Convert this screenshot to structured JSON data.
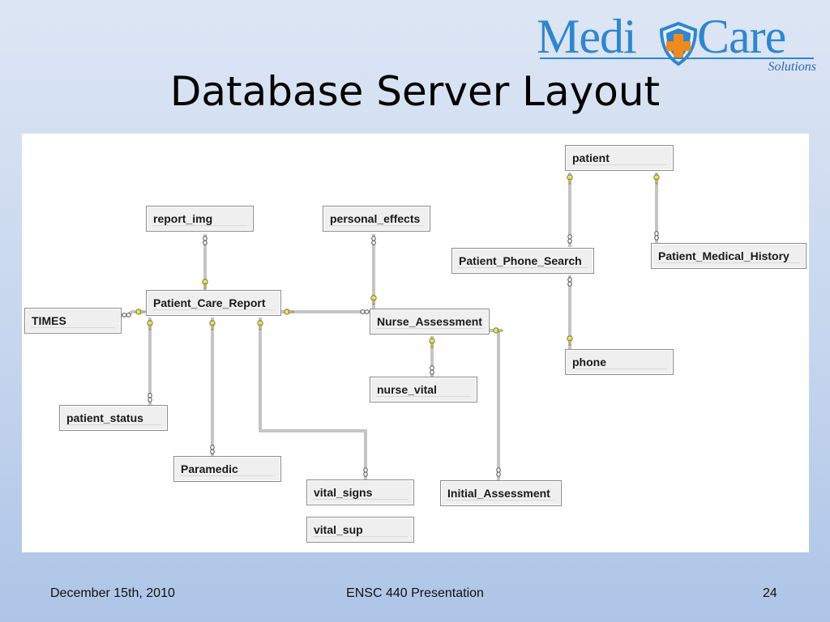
{
  "slide": {
    "title": "Database Server Layout",
    "logo": {
      "word1": "Medi",
      "word2": "Care",
      "tagline": "Solutions"
    },
    "footer": {
      "date": "December 15th, 2010",
      "event": "ENSC 440 Presentation",
      "page": "24"
    }
  },
  "colors": {
    "logo_blue": "#2f86cf",
    "shield_orange": "#f08a1c",
    "key_yellow": "#f4e64a",
    "line_gray": "#777777"
  },
  "diagram": {
    "tables": [
      {
        "id": "patient",
        "label": "patient"
      },
      {
        "id": "report_img",
        "label": "report_img"
      },
      {
        "id": "personal_effects",
        "label": "personal_effects"
      },
      {
        "id": "patient_phone_search",
        "label": "Patient_Phone_Search"
      },
      {
        "id": "patient_medical_history",
        "label": "Patient_Medical_History"
      },
      {
        "id": "times",
        "label": "TIMES"
      },
      {
        "id": "patient_care_report",
        "label": "Patient_Care_Report"
      },
      {
        "id": "nurse_assessment",
        "label": "Nurse_Assessment"
      },
      {
        "id": "phone",
        "label": "phone"
      },
      {
        "id": "nurse_vital",
        "label": "nurse_vital"
      },
      {
        "id": "patient_status",
        "label": "patient_status"
      },
      {
        "id": "paramedic",
        "label": "Paramedic"
      },
      {
        "id": "vital_signs",
        "label": "vital_signs"
      },
      {
        "id": "initial_assessment",
        "label": "Initial_Assessment"
      },
      {
        "id": "vital_sup",
        "label": "vital_sup"
      }
    ],
    "relationships": [
      {
        "from": "patient_care_report",
        "to": "report_img"
      },
      {
        "from": "nurse_assessment",
        "to": "personal_effects"
      },
      {
        "from": "patient_care_report",
        "to": "times"
      },
      {
        "from": "patient_care_report",
        "to": "nurse_assessment"
      },
      {
        "from": "patient_care_report",
        "to": "patient_status"
      },
      {
        "from": "patient_care_report",
        "to": "paramedic"
      },
      {
        "from": "patient_care_report",
        "to": "vital_signs"
      },
      {
        "from": "nurse_assessment",
        "to": "nurse_vital"
      },
      {
        "from": "nurse_assessment",
        "to": "initial_assessment"
      },
      {
        "from": "patient",
        "to": "patient_phone_search"
      },
      {
        "from": "patient",
        "to": "patient_medical_history"
      },
      {
        "from": "phone",
        "to": "patient_phone_search"
      }
    ]
  }
}
